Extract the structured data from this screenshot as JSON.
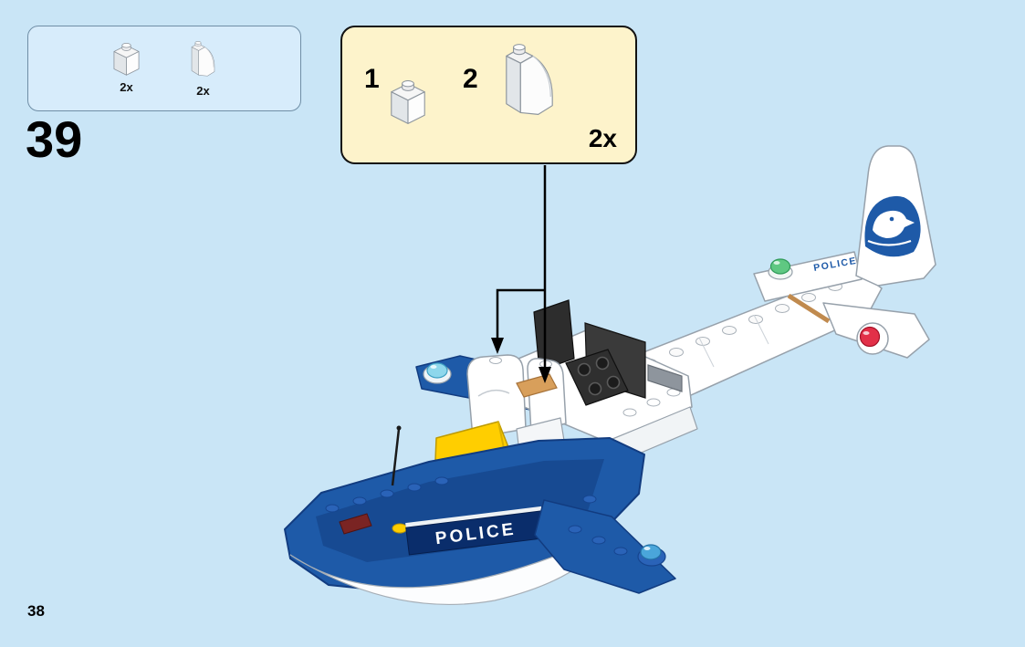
{
  "page": {
    "step_number": "39",
    "page_number": "38"
  },
  "inventory": {
    "items": [
      {
        "icon": "brick-1x1-white-icon",
        "count": "2x"
      },
      {
        "icon": "curved-slope-brick-white-icon",
        "count": "2x"
      }
    ]
  },
  "callout": {
    "items": [
      {
        "index": "1",
        "icon": "brick-1x1-white-icon"
      },
      {
        "index": "2",
        "icon": "curved-slope-brick-white-icon"
      }
    ],
    "count": "2x"
  },
  "model": {
    "tail_text": "POLICE",
    "hull_text": "POLICE"
  },
  "colors": {
    "background": "#c9e5f6",
    "callout_background": "#fdf3cb",
    "lego_blue": "#1e5aa8",
    "banner_navy": "#0a2d6b",
    "cockpit_yellow": "#ffce00",
    "beacon_green": "#5fc882",
    "beacon_red": "#e23048",
    "beacon_cyan": "#8ed7ec",
    "beacon_blue": "#4aa6da"
  }
}
